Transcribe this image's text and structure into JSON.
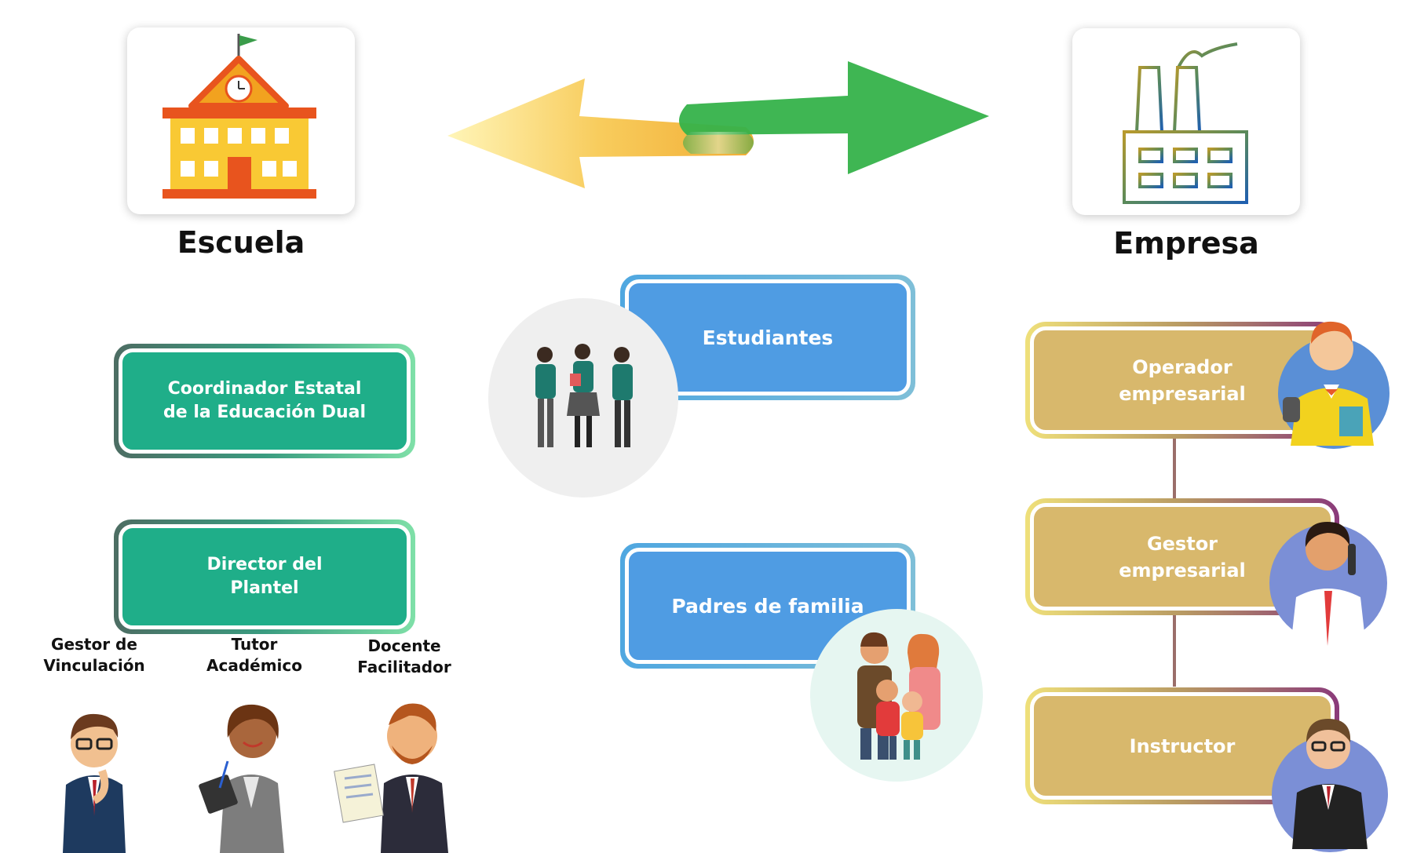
{
  "school": {
    "label": "Escuela",
    "icon": "school-building-icon"
  },
  "company": {
    "label": "Empresa",
    "icon": "factory-icon"
  },
  "arrows": {
    "left_color": "#f5b324",
    "right_color": "#3ab54a"
  },
  "school_roles": [
    {
      "label": "Coordinador Estatal\nde la Educación Dual"
    },
    {
      "label": "Director del\nPlantel"
    }
  ],
  "school_people": [
    {
      "label": "Gestor de\nVinculación",
      "icon": "man-thinking-icon"
    },
    {
      "label": "Tutor\nAcadémico",
      "icon": "woman-clipboard-icon"
    },
    {
      "label": "Docente\nFacilitador",
      "icon": "man-document-icon"
    }
  ],
  "center_roles": [
    {
      "label": "Estudiantes",
      "icon": "students-group-icon"
    },
    {
      "label": "Padres de familia",
      "icon": "family-icon"
    }
  ],
  "company_roles": [
    {
      "label": "Operador\nempresarial",
      "icon": "operator-person-icon"
    },
    {
      "label": "Gestor\nempresarial",
      "icon": "manager-phone-icon"
    },
    {
      "label": "Instructor",
      "icon": "instructor-person-icon"
    }
  ],
  "colors": {
    "teal": "#1fae89",
    "blue": "#4f9ce3",
    "gold": "#d8b86c"
  }
}
